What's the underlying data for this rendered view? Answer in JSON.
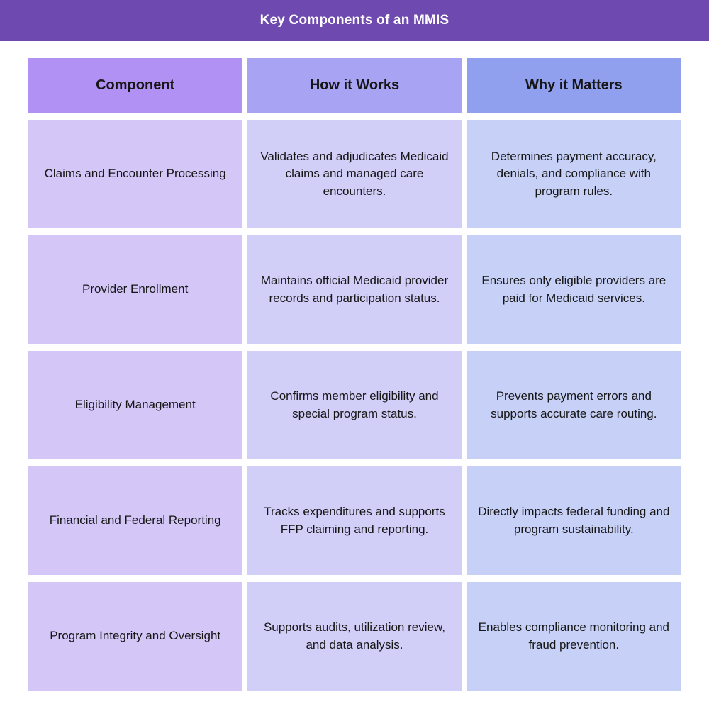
{
  "chart_data": {
    "type": "table",
    "title": "Key Components of an MMIS",
    "columns": [
      "Component",
      "How it Works",
      "Why it Matters"
    ],
    "rows": [
      [
        "Claims and Encounter Processing",
        "Validates and adjudicates Medicaid claims and managed care encounters.",
        "Determines payment accuracy, denials, and compliance with program rules."
      ],
      [
        "Provider Enrollment",
        "Maintains official Medicaid provider records and participation status.",
        "Ensures only eligible providers are paid for Medicaid services."
      ],
      [
        "Eligibility Management",
        "Confirms member eligibility and special program status.",
        "Prevents payment errors and supports accurate care routing."
      ],
      [
        "Financial and Federal Reporting",
        "Tracks expenditures and supports FFP claiming and reporting.",
        "Directly impacts federal funding and program sustainability."
      ],
      [
        "Program Integrity and Oversight",
        "Supports audits, utilization review, and data analysis.",
        "Enables compliance monitoring and fraud prevention."
      ]
    ],
    "layout": {
      "legend": "none",
      "grid": "off",
      "header_row": true
    }
  },
  "colors": {
    "title_bar": "#6E4AB0",
    "title_text": "#FFFFFF",
    "header_component": "#B191F4",
    "header_how": "#A8A3F2",
    "header_why": "#90A0EF",
    "body_component": "#D4C7F8",
    "body_how": "#D1CEF7",
    "body_why": "#C7D0F6",
    "cell_text": "#161616"
  }
}
